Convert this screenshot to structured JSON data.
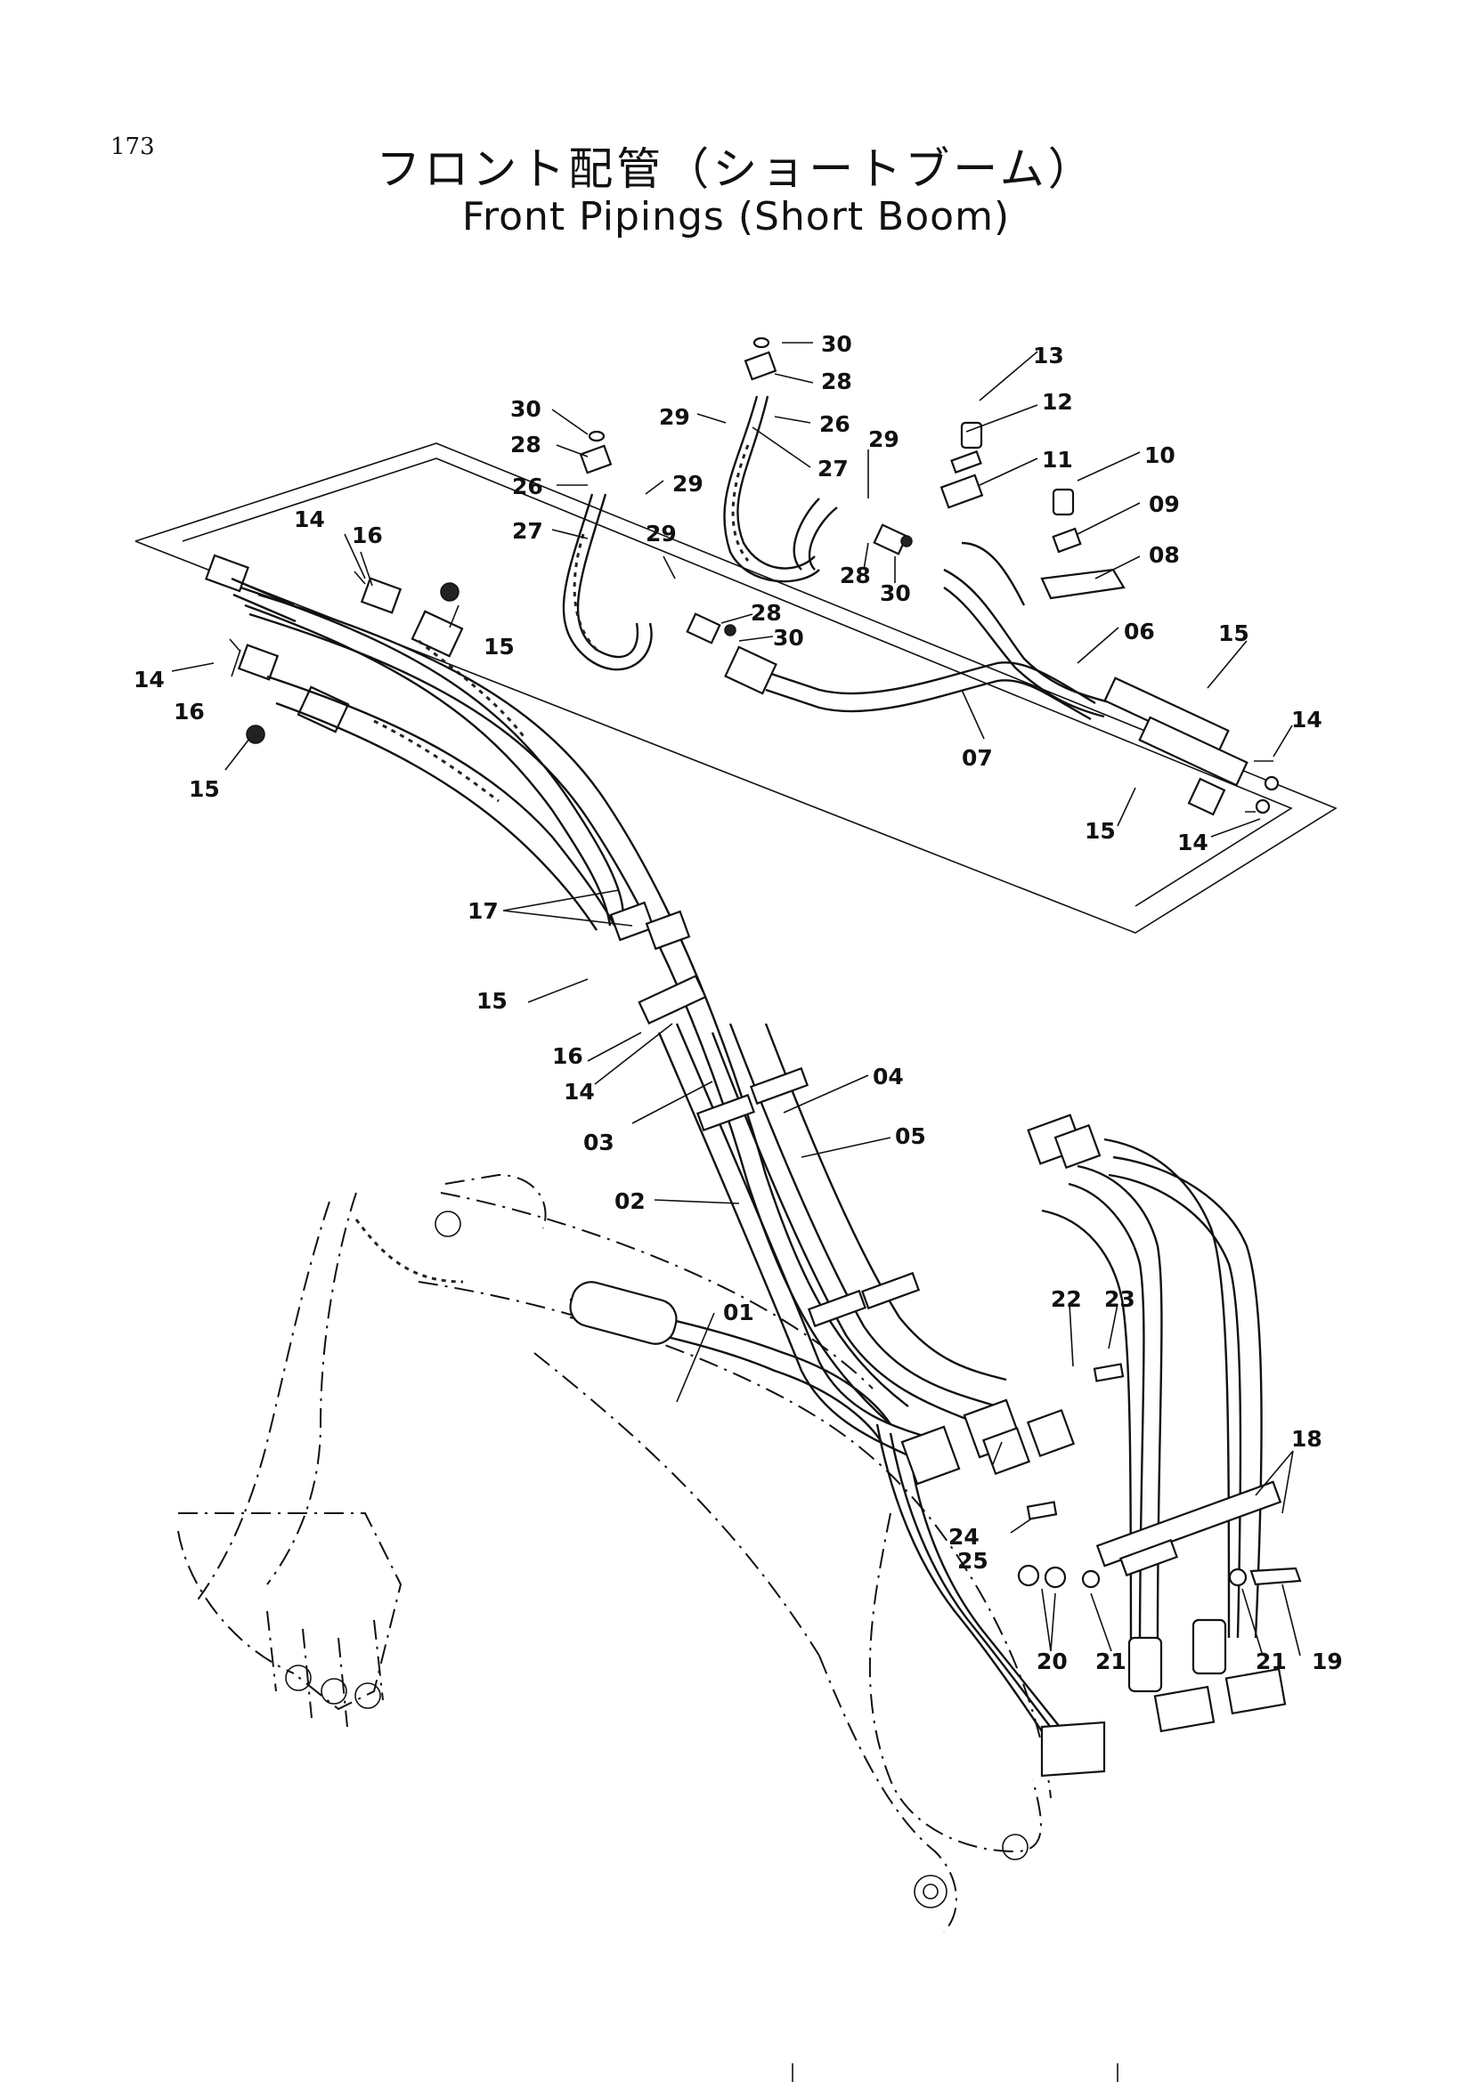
{
  "page_number": "173",
  "title_ja": "フロント配管（ショートブーム）",
  "title_en": "Front Pipings (Short Boom)",
  "callouts": {
    "c01": "01",
    "c02": "02",
    "c03": "03",
    "c04": "04",
    "c05": "05",
    "c06": "06",
    "c07": "07",
    "c08": "08",
    "c09": "09",
    "c10": "10",
    "c11": "11",
    "c12": "12",
    "c13": "13",
    "c14a": "14",
    "c14b": "14",
    "c14c": "14",
    "c14d": "14",
    "c14e": "14",
    "c15a": "15",
    "c15b": "15",
    "c15c": "15",
    "c15d": "15",
    "c15e": "15",
    "c16a": "16",
    "c16b": "16",
    "c16c": "16",
    "c17": "17",
    "c18": "18",
    "c19": "19",
    "c20": "20",
    "c21a": "21",
    "c21b": "21",
    "c22": "22",
    "c23": "23",
    "c24": "24",
    "c25": "25",
    "c26a": "26",
    "c26b": "26",
    "c27a": "27",
    "c27b": "27",
    "c28a": "28",
    "c28b": "28",
    "c28c": "28",
    "c28d": "28",
    "c29a": "29",
    "c29b": "29",
    "c29c": "29",
    "c29d": "29",
    "c30a": "30",
    "c30b": "30",
    "c30c": "30",
    "c30d": "30"
  }
}
